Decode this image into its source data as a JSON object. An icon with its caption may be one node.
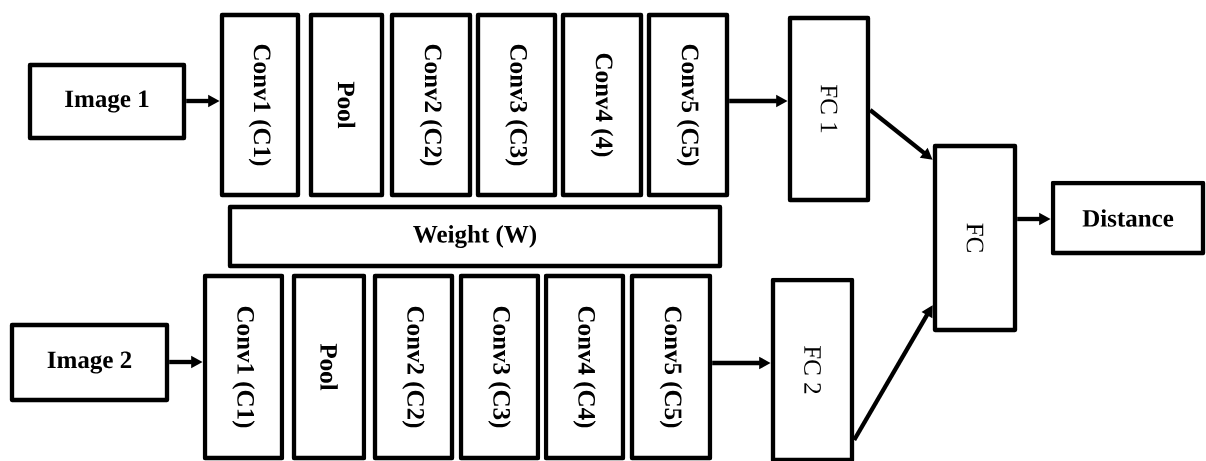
{
  "diagram": {
    "nodes": [
      {
        "text": [
          "Image 1"
        ]
      },
      {
        "text": [
          "Conv1 (C1)"
        ]
      },
      {
        "text": [
          "Pool"
        ]
      },
      {
        "text": [
          "Conv2 (C2)"
        ]
      },
      {
        "text": [
          "Conv3 (C3)"
        ]
      },
      {
        "text": [
          "Conv4 (4)"
        ]
      },
      {
        "text": [
          "Conv5 (C5)"
        ]
      },
      {
        "text": [
          "FC 1"
        ]
      },
      {
        "text": [
          "Weight (W)"
        ]
      },
      {
        "text": [
          "Image 2"
        ]
      },
      {
        "text": [
          "Conv1 (C1)"
        ]
      },
      {
        "text": [
          "Pool"
        ]
      },
      {
        "text": [
          "Conv2 (C2)"
        ]
      },
      {
        "text": [
          "Conv3 (C3)"
        ]
      },
      {
        "text": [
          "Conv4 (C4)"
        ]
      },
      {
        "text": [
          "Conv5 (C5)"
        ]
      },
      {
        "text": [
          "FC 2"
        ]
      },
      {
        "text": [
          "FC"
        ]
      },
      {
        "text": [
          "Distance"
        ]
      }
    ],
    "edges": [
      {
        "from": 0,
        "to": 1,
        "arrow": "to"
      },
      {
        "from": 6,
        "to": 7,
        "arrow": "to"
      },
      {
        "from": 7,
        "to": 17,
        "arrow": "to"
      },
      {
        "from": 9,
        "to": 10,
        "arrow": "to"
      },
      {
        "from": 15,
        "to": 16,
        "arrow": "to"
      },
      {
        "from": 16,
        "to": 17,
        "arrow": "to"
      },
      {
        "from": 17,
        "to": 18,
        "arrow": "to"
      }
    ]
  }
}
